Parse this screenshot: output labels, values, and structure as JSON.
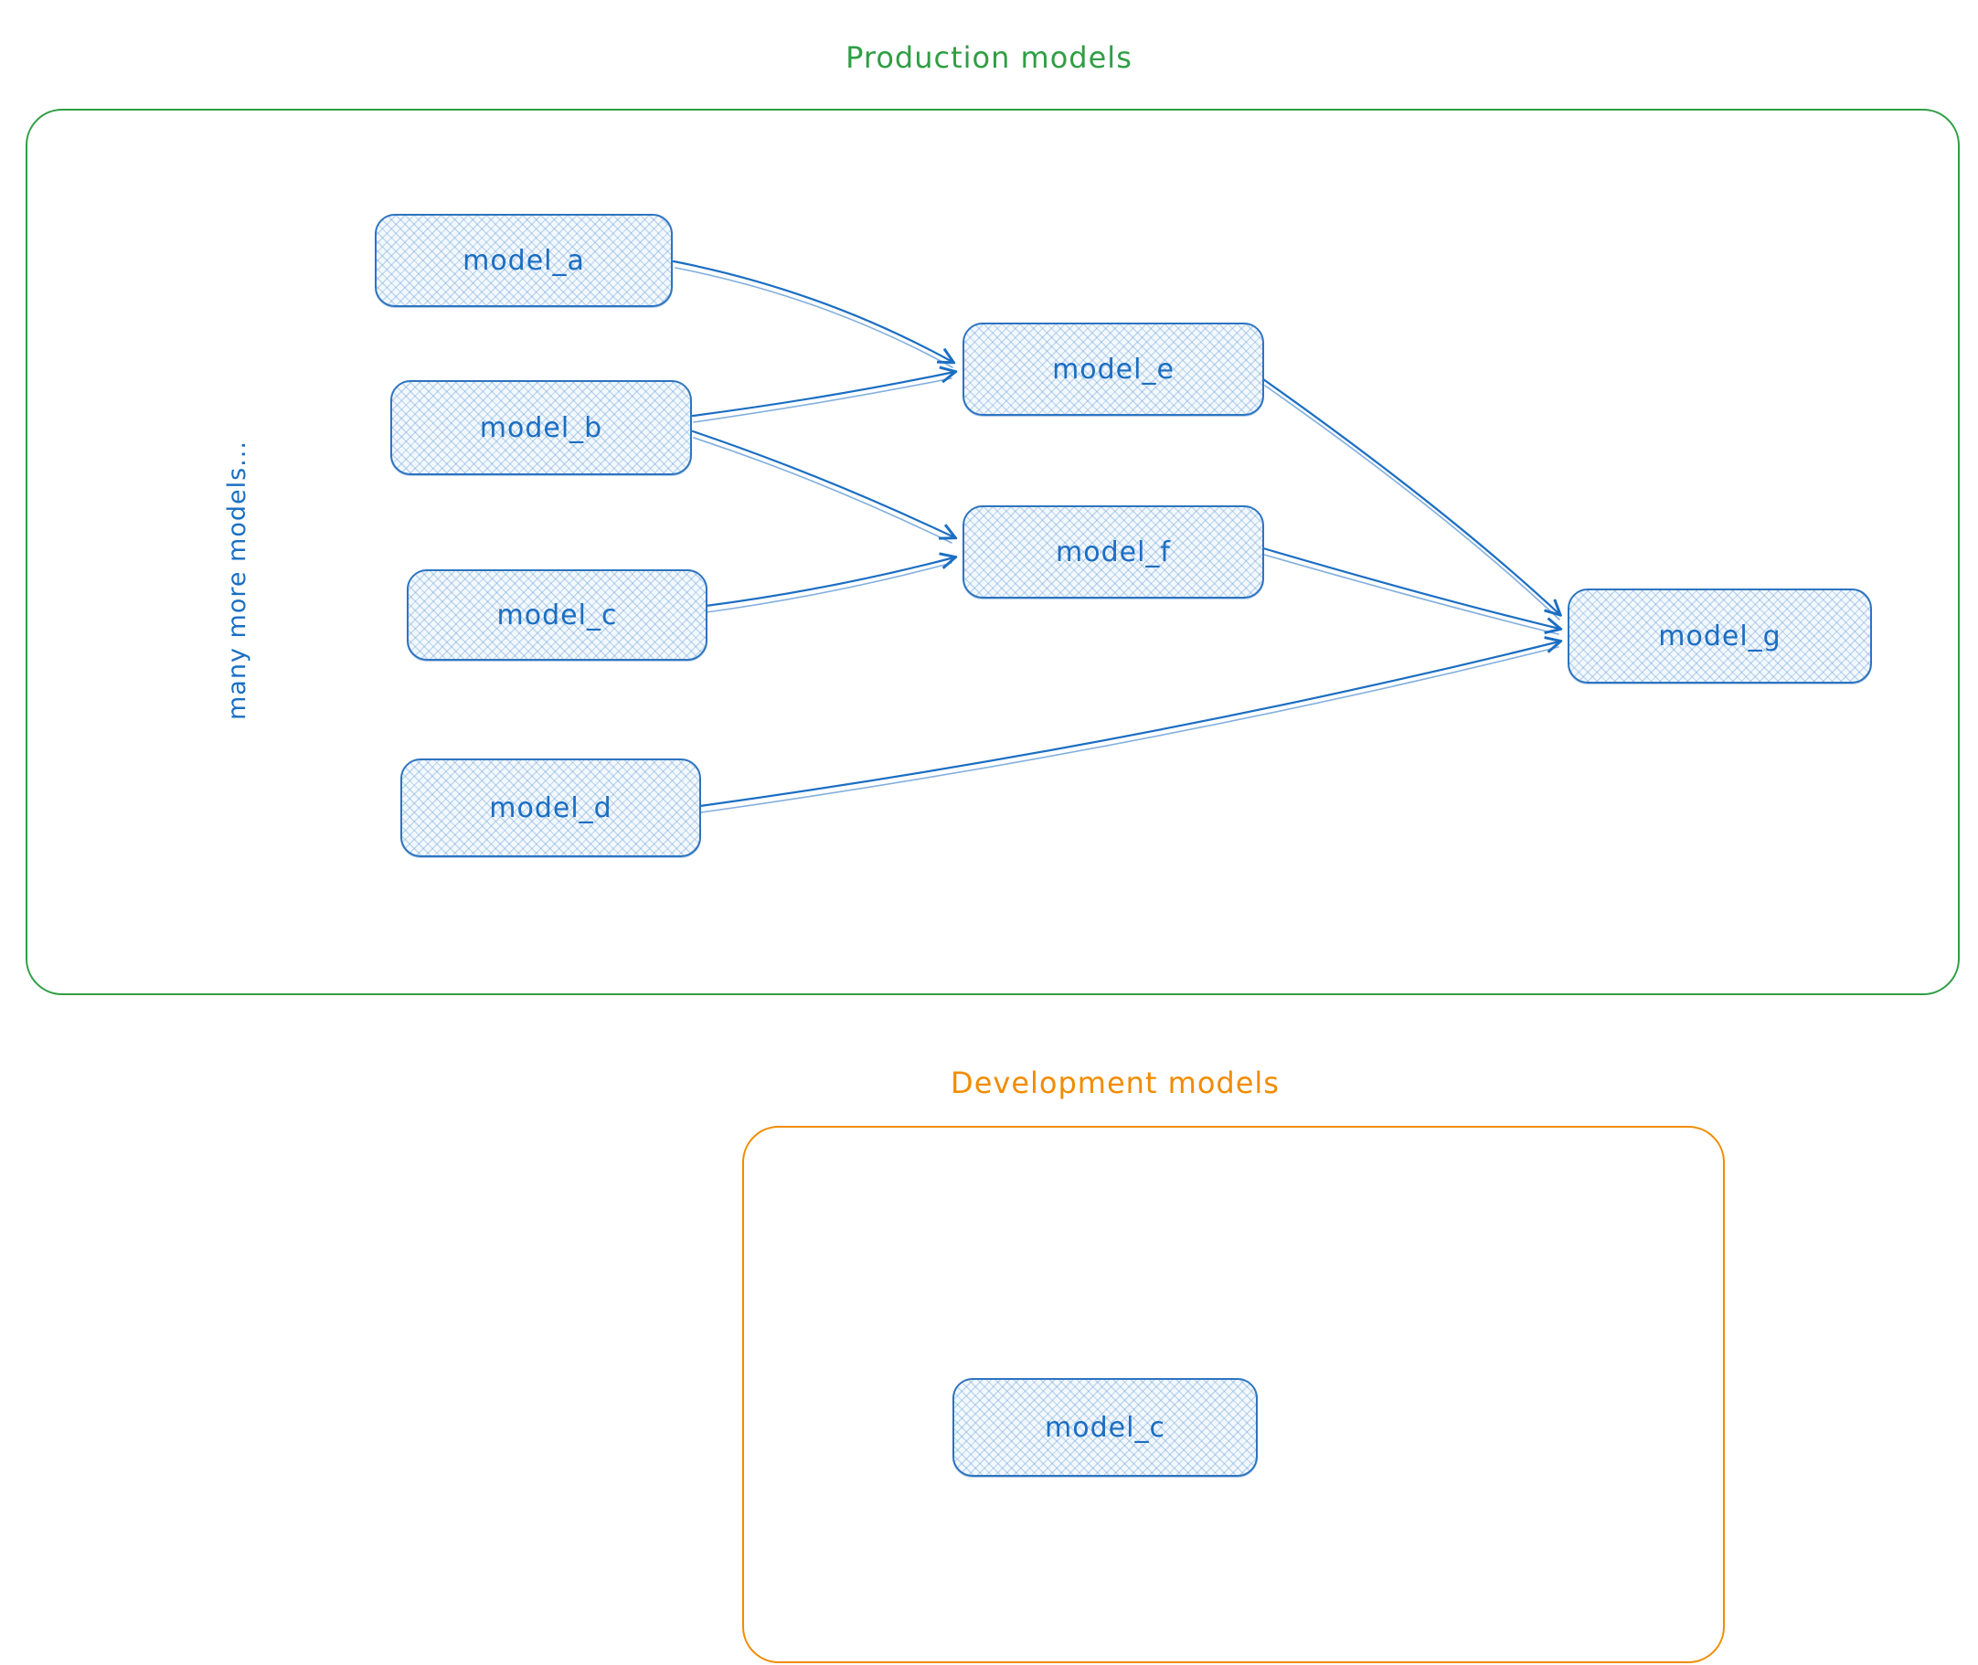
{
  "colors": {
    "node_stroke": "#2d74c0",
    "node_fill": "#f2f8fd",
    "node_text": "#1b6ec2",
    "arrow": "#1b6ec2",
    "production_accent": "#2f9e44",
    "development_accent": "#f08c00"
  },
  "production": {
    "title": "Production models",
    "side_label": "many more models...",
    "nodes": [
      {
        "id": "model_a",
        "label": "model_a"
      },
      {
        "id": "model_b",
        "label": "model_b"
      },
      {
        "id": "model_c",
        "label": "model_c"
      },
      {
        "id": "model_d",
        "label": "model_d"
      },
      {
        "id": "model_e",
        "label": "model_e"
      },
      {
        "id": "model_f",
        "label": "model_f"
      },
      {
        "id": "model_g",
        "label": "model_g"
      }
    ],
    "edges": [
      {
        "from": "model_a",
        "to": "model_e"
      },
      {
        "from": "model_b",
        "to": "model_e"
      },
      {
        "from": "model_b",
        "to": "model_f"
      },
      {
        "from": "model_c",
        "to": "model_f"
      },
      {
        "from": "model_d",
        "to": "model_g"
      },
      {
        "from": "model_e",
        "to": "model_g"
      },
      {
        "from": "model_f",
        "to": "model_g"
      }
    ]
  },
  "development": {
    "title": "Development models",
    "nodes": [
      {
        "id": "model_c",
        "label": "model_c"
      }
    ]
  }
}
